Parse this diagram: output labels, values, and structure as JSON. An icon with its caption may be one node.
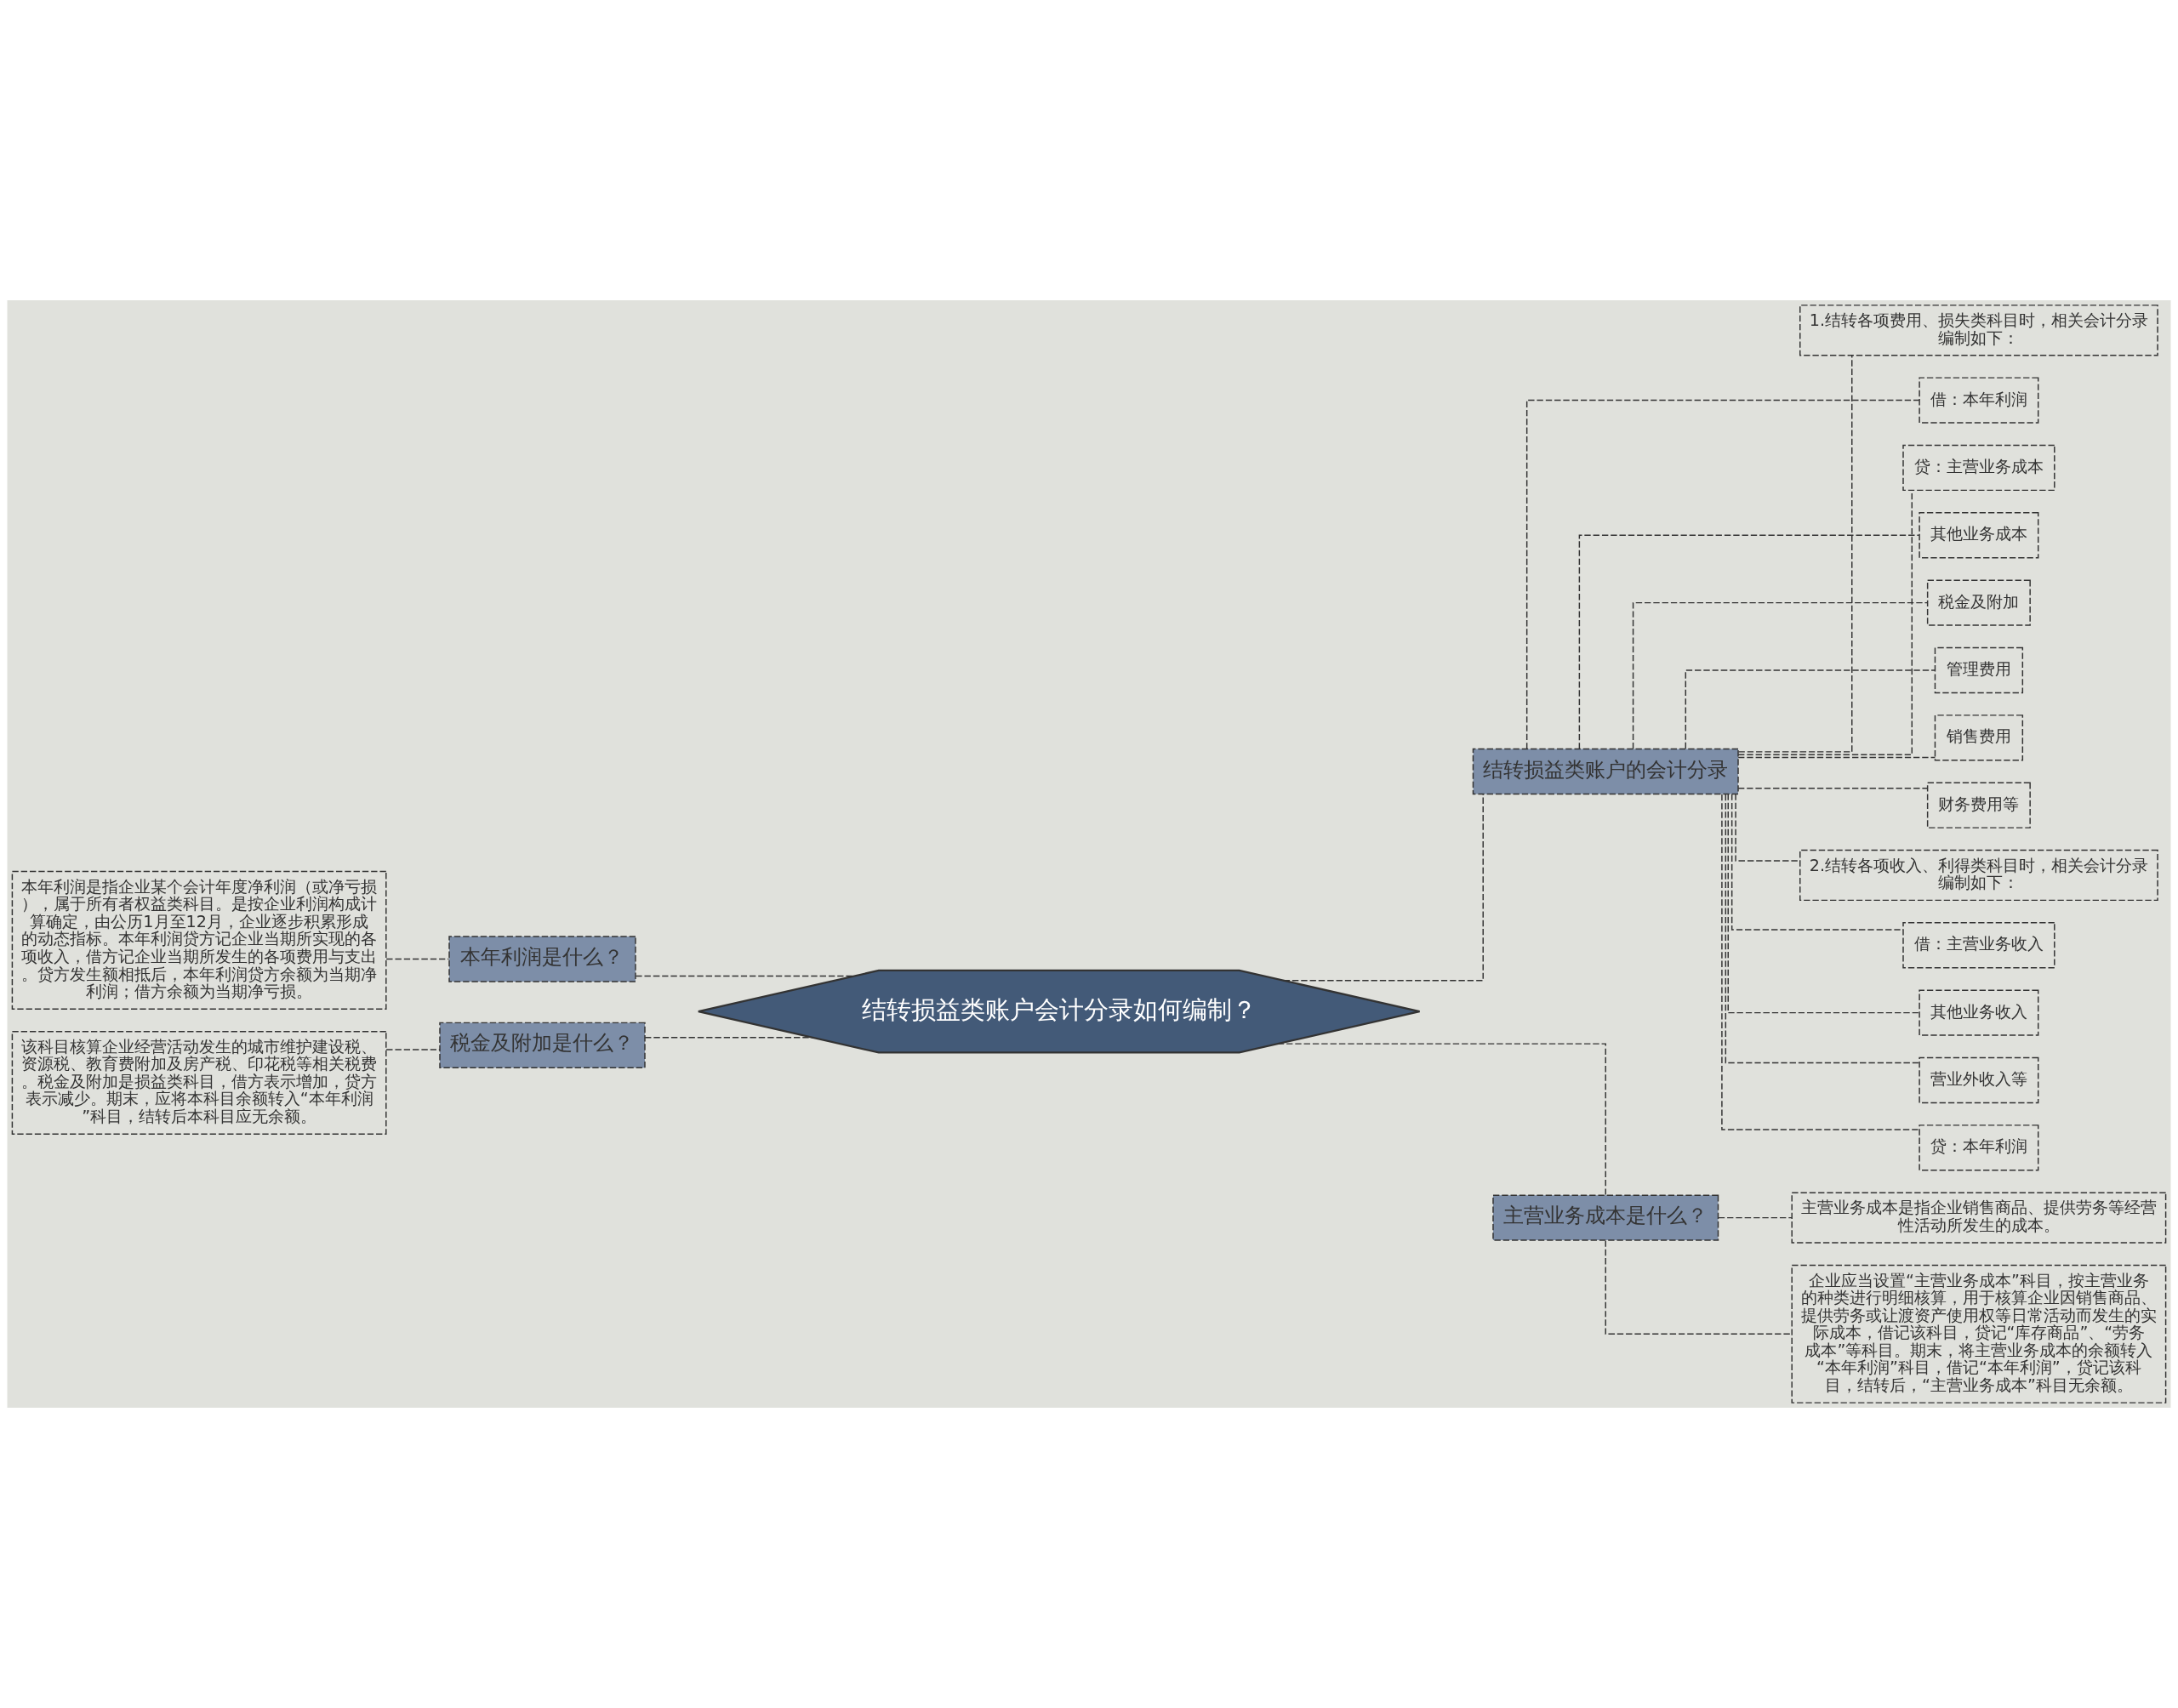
{
  "diagram": {
    "nodes": [
      {
        "text": [
          "结转损益类账户会计分录如何编制？"
        ]
      },
      {
        "text": [
          "本年利润是什么？"
        ]
      },
      {
        "text": [
          "本年利润是指企业某个会计年度净利润（或净亏损），属于所有者权益类科目。是按企业利润构成计算确定，由公历1月至12月，企业逐步积累形成的动态指标。本年利润贷方记企业当期所实现的各项收入，借方记企业当期所发生的各项费用与支出。贷方发生额相抵后，本年利润贷方余额为当期净利润；借方余额为当期净亏损。"
        ]
      },
      {
        "text": [
          "税金及附加是什么？"
        ]
      },
      {
        "text": [
          "该科目核算企业经营活动发生的城市维护建设税、资源税、教育费附加及房产税、印花税等相关税费。税金及附加是损益类科目，借方表示增加，贷方表示减少。期末，应将本科目余额转入“本年利润”科目，结转后本科目应无余额。"
        ]
      },
      {
        "text": [
          "结转损益类账户的会计分录"
        ]
      },
      {
        "text": [
          "1.结转各项费用、损失类科目时，相关会计分录编制如下："
        ]
      },
      {
        "text": [
          "借：本年利润"
        ]
      },
      {
        "text": [
          "贷：主营业务成本"
        ]
      },
      {
        "text": [
          "其他业务成本"
        ]
      },
      {
        "text": [
          "税金及附加"
        ]
      },
      {
        "text": [
          "管理费用"
        ]
      },
      {
        "text": [
          "销售费用"
        ]
      },
      {
        "text": [
          "财务费用等"
        ]
      },
      {
        "text": [
          "2.结转各项收入、利得类科目时，相关会计分录编制如下："
        ]
      },
      {
        "text": [
          "借：主营业务收入"
        ]
      },
      {
        "text": [
          "其他业务收入"
        ]
      },
      {
        "text": [
          "营业外收入等"
        ]
      },
      {
        "text": [
          "贷：本年利润"
        ]
      },
      {
        "text": [
          "主营业务成本是什么？"
        ]
      },
      {
        "text": [
          "主营业务成本是指企业销售商品、提供劳务等经营性活动所发生的成本。"
        ]
      },
      {
        "text": [
          "企业应当设置“主营业务成本”科目，按主营业务的种类进行明细核算，用于核算企业因销售商品、提供劳务或让渡资产使用权等日常活动而发生的实际成本，借记该科目，贷记“库存商品”、“劳务成本”等科目。期末，将主营业务成本的余额转入“本年利润”科目，借记“本年利润”，贷记该科目，结转后，“主营业务成本”科目无余额。"
        ]
      }
    ],
    "edges": [
      {
        "from": 0,
        "to": 1,
        "arrow": "none",
        "style": "dashed"
      },
      {
        "from": 1,
        "to": 2,
        "arrow": "none",
        "style": "dashed"
      },
      {
        "from": 0,
        "to": 3,
        "arrow": "none",
        "style": "dashed"
      },
      {
        "from": 3,
        "to": 4,
        "arrow": "none",
        "style": "dashed"
      },
      {
        "from": 0,
        "to": 5,
        "arrow": "none",
        "style": "dashed"
      },
      {
        "from": 5,
        "to": 6,
        "arrow": "none",
        "style": "dashed"
      },
      {
        "from": 5,
        "to": 7,
        "arrow": "none",
        "style": "dashed"
      },
      {
        "from": 5,
        "to": 8,
        "arrow": "none",
        "style": "dashed"
      },
      {
        "from": 5,
        "to": 9,
        "arrow": "none",
        "style": "dashed"
      },
      {
        "from": 5,
        "to": 10,
        "arrow": "none",
        "style": "dashed"
      },
      {
        "from": 5,
        "to": 11,
        "arrow": "none",
        "style": "dashed"
      },
      {
        "from": 5,
        "to": 12,
        "arrow": "none",
        "style": "dashed"
      },
      {
        "from": 5,
        "to": 13,
        "arrow": "none",
        "style": "dashed"
      },
      {
        "from": 5,
        "to": 14,
        "arrow": "none",
        "style": "dashed"
      },
      {
        "from": 5,
        "to": 15,
        "arrow": "none",
        "style": "dashed"
      },
      {
        "from": 5,
        "to": 16,
        "arrow": "none",
        "style": "dashed"
      },
      {
        "from": 5,
        "to": 17,
        "arrow": "none",
        "style": "dashed"
      },
      {
        "from": 5,
        "to": 18,
        "arrow": "none",
        "style": "dashed"
      },
      {
        "from": 0,
        "to": 19,
        "arrow": "none",
        "style": "dashed"
      },
      {
        "from": 19,
        "to": 20,
        "arrow": "none",
        "style": "dashed"
      },
      {
        "from": 19,
        "to": 21,
        "arrow": "none",
        "style": "dashed"
      }
    ]
  }
}
